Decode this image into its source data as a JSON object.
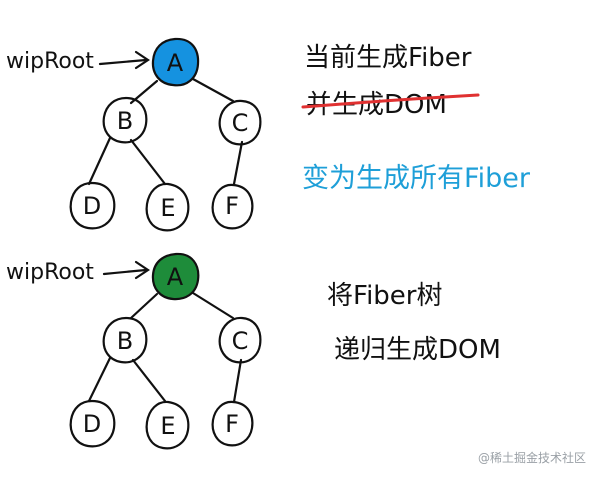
{
  "colors": {
    "ink": "#111111",
    "root_top": "#1592e0",
    "root_bottom": "#1e8c3a",
    "strike": "#e03131",
    "note_blue": "#1e9fd8",
    "watermark": "#9aa0a6"
  },
  "top_tree": {
    "pointer_label": "wipRoot",
    "nodes": {
      "a": "A",
      "b": "B",
      "c": "C",
      "d": "D",
      "e": "E",
      "f": "F"
    }
  },
  "bottom_tree": {
    "pointer_label": "wipRoot",
    "nodes": {
      "a": "A",
      "b": "B",
      "c": "C",
      "d": "D",
      "e": "E",
      "f": "F"
    }
  },
  "notes": {
    "line1": "当前生成Fiber",
    "line2_struck": "并生成DOM",
    "line3": "变为生成所有Fiber",
    "line4": "将Fiber树",
    "line5": "递归生成DOM"
  },
  "watermark": "@稀土掘金技术社区"
}
